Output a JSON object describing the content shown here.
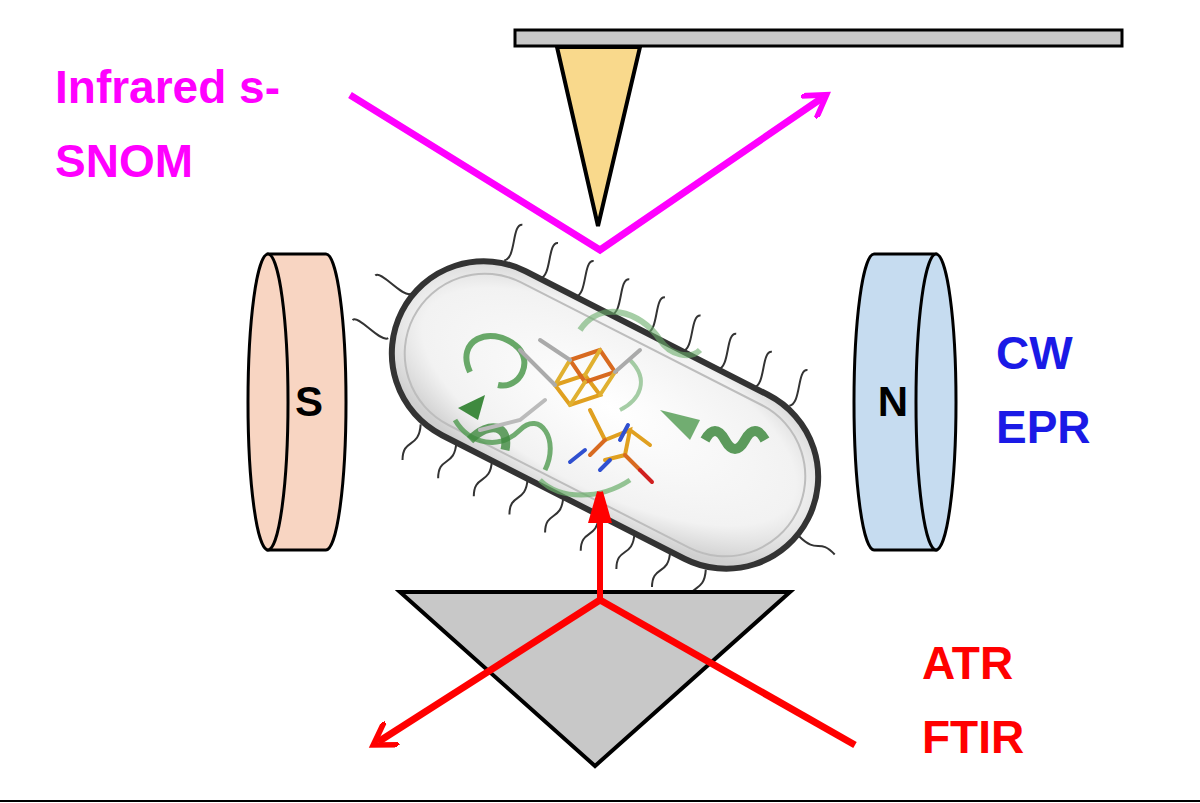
{
  "diagram": {
    "nodes": [
      {
        "text": [
          "S"
        ]
      },
      {
        "text": [
          "N"
        ]
      }
    ],
    "labels": [
      "Infrared s-SNOM",
      "CW EPR",
      "ATR FTIR"
    ]
  }
}
